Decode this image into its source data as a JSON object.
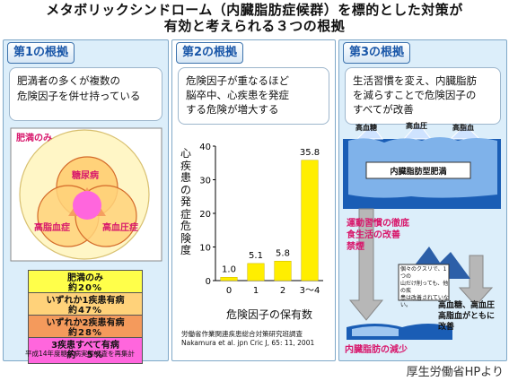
{
  "title_line1": "メタボリックシンドローム（内臓脂肪症候群）を標的とした対策が",
  "title_line2": "有効と考えられる３つの根拠",
  "panel1": {
    "heading": "第1の根拠",
    "text_line1": "肥満者の多くが複数の",
    "text_line2": "危険因子を併せ持っている",
    "venn_label_obesity": "肥満のみ",
    "venn_label_diabetes": "糖尿病",
    "venn_label_hyperlipid": "高脂血症",
    "venn_label_hypertension": "高血圧症",
    "rows": [
      {
        "line1": "肥満のみ",
        "line2": "約20%",
        "color": "#ffff4a"
      },
      {
        "line1": "いずれか1疾患有病",
        "line2": "約47%",
        "color": "#ffd27a"
      },
      {
        "line1": "いずれか2疾患有病",
        "line2": "約28%",
        "color": "#f49a5c"
      },
      {
        "line1": "3疾患すべて有病",
        "line2": "約　5%",
        "color": "#ff66dd"
      }
    ],
    "source": "平成14年度糖尿病実態調査を再集計"
  },
  "panel2": {
    "heading": "第2の根拠",
    "text_line1": "危険因子が重なるほど",
    "text_line2": "脳卒中、心疾患を発症",
    "text_line3": "する危険が増大する",
    "ylabel": "心疾患の発症危険度",
    "xlabel": "危険因子の保有数",
    "source_line1": "労働省作業関連疾患総合対策研究班調査",
    "source_line2": "Nakamura et al. jpn Cric J, 65: 11, 2001"
  },
  "chart_data": {
    "type": "bar",
    "categories": [
      "0",
      "1",
      "2",
      "3〜4"
    ],
    "values": [
      1.0,
      5.1,
      5.8,
      35.8
    ],
    "value_labels": [
      "1.0",
      "5.1",
      "5.8",
      "35.8"
    ],
    "ylim": [
      0,
      40
    ],
    "yticks": [
      "0",
      "10",
      "20",
      "30",
      "40"
    ],
    "bar_color": "#ffee00",
    "ylabel": "心疾患の発症危険度",
    "xlabel": "危険因子の保有数"
  },
  "panel3": {
    "heading": "第3の根拠",
    "text_line1": "生活習慣を変え、内臓脂肪",
    "text_line2": "を減らすことで危険因子の",
    "text_line3": "すべてが改善",
    "peak1": "高血糖",
    "peak2": "高血圧",
    "peak3": "高脂血",
    "fat_label": "内臓脂肪型肥満",
    "exercise_line1": "運動習慣の徹底",
    "exercise_line2": "食生活の改善",
    "exercise_line3": "禁煙",
    "mountain_line1": "個々のクスリで、1つの",
    "mountain_line2": "山だけ削っても、他の疾",
    "mountain_line3": "患は改善されていない。",
    "decrease": "内臓脂肪の減少",
    "result_line1": "高血糖、高血圧",
    "result_line2": "高脂血がともに",
    "result_line3": "改善"
  },
  "credit": "厚生労働省HPより"
}
